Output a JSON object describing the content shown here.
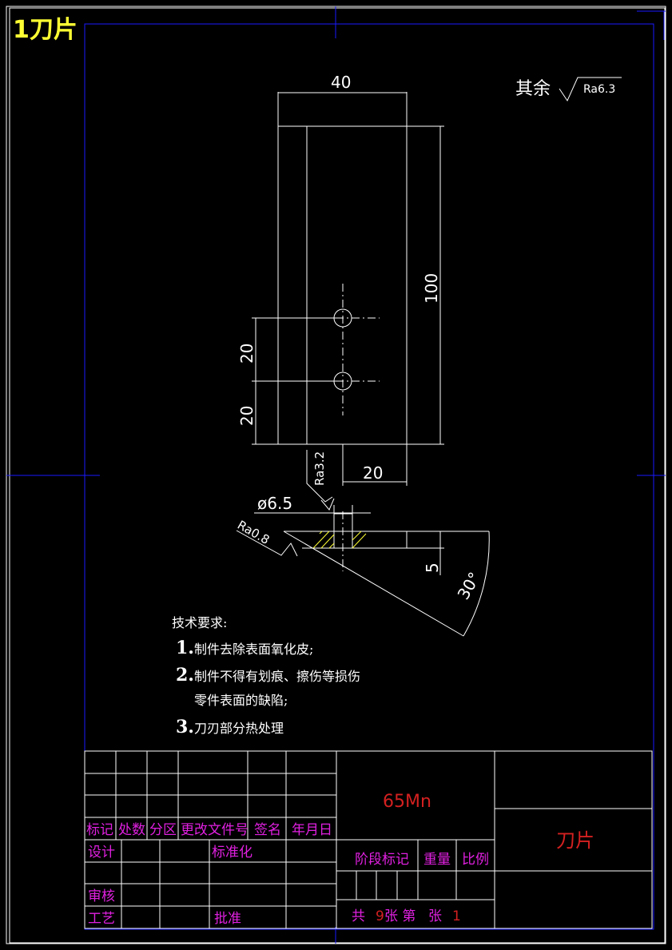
{
  "title": "1刀片",
  "roughness_default": {
    "label": "其余",
    "value": "Ra6.3"
  },
  "dimensions": {
    "width": "40",
    "height": "100",
    "hole_spacing": "20",
    "hole_bottom": "20",
    "hole_x": "20",
    "hole_diameter": "ø6.5",
    "thickness": "5",
    "angle": "30°"
  },
  "roughness_marks": {
    "hole": "Ra3.2",
    "edge": "Ra0.8"
  },
  "tech_requirements": {
    "heading": "技术要求:",
    "items": [
      {
        "num": "1.",
        "text": "制件去除表面氧化皮;"
      },
      {
        "num": "2.",
        "text": "制件不得有划痕、擦伤等损伤",
        "cont": "零件表面的缺陷;"
      },
      {
        "num": "3.",
        "text": "刀刃部分热处理"
      }
    ]
  },
  "title_block": {
    "material": "65Mn",
    "part_name": "刀片",
    "headers": [
      "标记",
      "处数",
      "分区",
      "更改文件号",
      "签名",
      "年月日"
    ],
    "design": "设计",
    "standardize": "标准化",
    "review": "审核",
    "process": "工艺",
    "approve": "批准",
    "stage_mark": "阶段标记",
    "weight": "重量",
    "scale": "比例",
    "sheets_total_label": "共",
    "sheets_total": "9",
    "sheet_label": "张 第",
    "sheet_suffix": "张",
    "sheet_no": "1"
  },
  "colors": {
    "title": "#ffff33",
    "border_inner": "#1a1aff",
    "title_block_text": "#e020e0",
    "material_text": "#d42020"
  }
}
